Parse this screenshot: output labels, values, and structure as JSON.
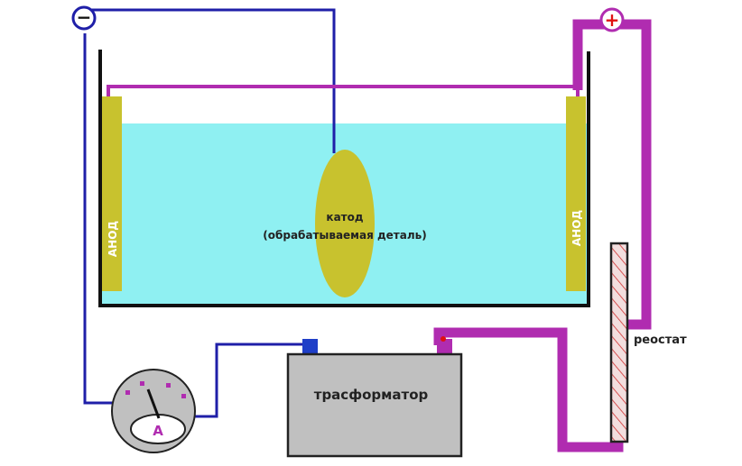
{
  "labels": {
    "cathode_line1": "катод",
    "cathode_line2": "(обрабатываемая деталь)",
    "anode_left": "АНОД",
    "anode_right": "АНОД",
    "rheostat": "реостат",
    "transformer": "трасформатор",
    "ammeter": "A",
    "minus": "−",
    "plus": "+"
  },
  "colors": {
    "electrolyte": "#8ff0f2",
    "electrode": "#c8c22e",
    "wire_negative": "#1f1fa8",
    "wire_positive": "#b02cb0",
    "transformer_body": "#c0c0c0",
    "terminal": "#1f3fc8",
    "plus_sign": "#e01010",
    "rheostat_hatch": "#d03030"
  }
}
